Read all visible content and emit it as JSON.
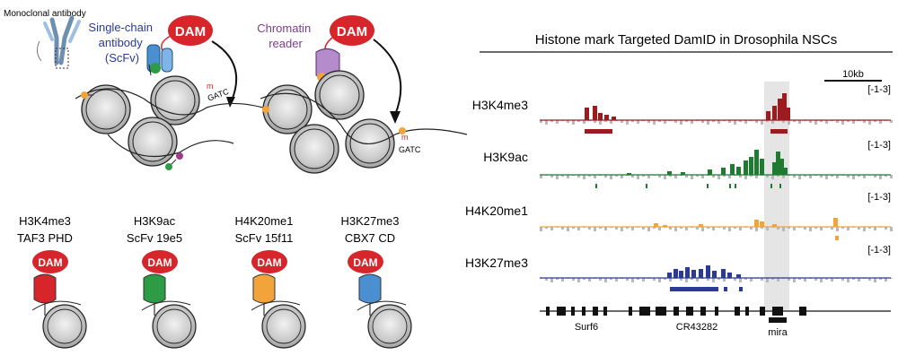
{
  "colors": {
    "dam_red": "#d7262b",
    "h3k4me3": "#9b1b1f",
    "h3k9ac": "#1f7a32",
    "h4k20me1": "#f2a33a",
    "h3k27me3": "#2b3a93",
    "scfv_blue": "#4a8fd0",
    "reader_purple": "#9b6db5",
    "highlight": "#e5e5e5"
  },
  "schematic": {
    "monoclonal_label": "Monoclonal antibody",
    "scfv_label": "Single-chain antibody (ScFv)",
    "reader_label": "Chromatin reader",
    "dam": "DAM",
    "m": "m",
    "gatc": "GATC"
  },
  "constructs": [
    {
      "mark": "H3K4me3",
      "binder": "TAF3 PHD",
      "color": "#d7262b"
    },
    {
      "mark": "H3K9ac",
      "binder": "ScFv 19e5",
      "color": "#2e9b47"
    },
    {
      "mark": "H4K20me1",
      "binder": "ScFv 15f11",
      "color": "#f2a33a"
    },
    {
      "mark": "H3K27me3",
      "binder": "CBX7 CD",
      "color": "#4a8fd0"
    }
  ],
  "browser": {
    "title": "Histone mark Targeted DamID in Drosophila NSCs",
    "scale_bar": "10kb",
    "tracks": [
      {
        "name": "H3K4me3",
        "range": "[-1-3]",
        "color": "#9b1b1f"
      },
      {
        "name": "H3K9ac",
        "range": "[-1-3]",
        "color": "#1f7a32"
      },
      {
        "name": "H4K20me1",
        "range": "[-1-3]",
        "color": "#f2a33a"
      },
      {
        "name": "H3K27me3",
        "range": "[-1-3]",
        "color": "#2b3a93"
      }
    ],
    "genes": [
      "Surf6",
      "CR43282",
      "mira"
    ]
  }
}
